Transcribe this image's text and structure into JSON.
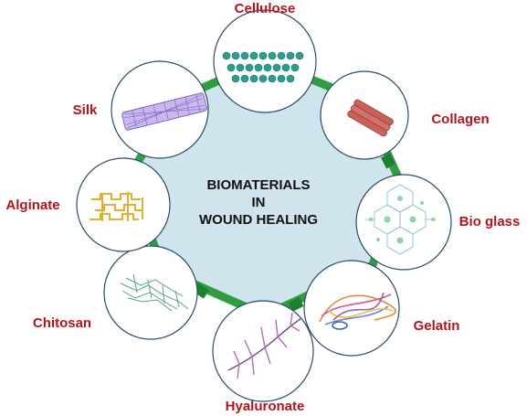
{
  "center": {
    "lines": [
      "BIOMATERIALS",
      "IN",
      "WOUND HEALING"
    ]
  },
  "colors": {
    "center_fill": "#cfe4ec",
    "ring": "#2e9e3e",
    "ring_dark": "#1f7f30",
    "node_fill": "#ffffff",
    "node_stroke": "#2b4a6a",
    "label": "#b3141b"
  },
  "materials": [
    {
      "id": "cellulose",
      "label": "Cellulose",
      "icon": "cellulose-chain-icon"
    },
    {
      "id": "collagen",
      "label": "Collagen",
      "icon": "collagen-fibers-icon"
    },
    {
      "id": "bioglass",
      "label": "Bio glass",
      "icon": "bioglass-network-icon"
    },
    {
      "id": "gelatin",
      "label": "Gelatin",
      "icon": "gelatin-strands-icon"
    },
    {
      "id": "hyaluronate",
      "label": "Hyaluronate",
      "icon": "hyaluronate-branch-icon"
    },
    {
      "id": "chitosan",
      "label": "Chitosan",
      "icon": "chitosan-mesh-icon"
    },
    {
      "id": "alginate",
      "label": "Alginate",
      "icon": "alginate-lattice-icon"
    },
    {
      "id": "silk",
      "label": "Silk",
      "icon": "silk-fiber-icon"
    }
  ]
}
